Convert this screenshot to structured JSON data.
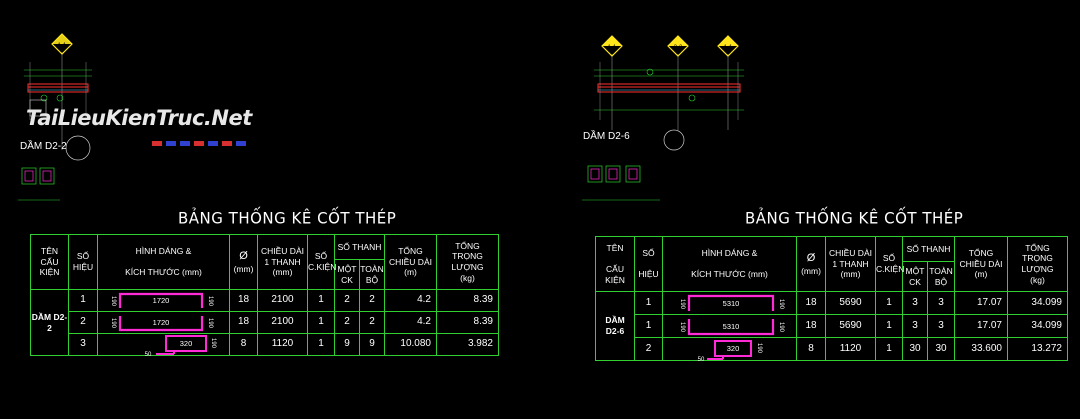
{
  "watermark": "TaiLieuKienTruc.Net",
  "drawings": [
    {
      "beam_label": "DẦM D2-2",
      "markers": [
        "1-1"
      ]
    },
    {
      "beam_label": "DẦM D2-6",
      "markers": [
        "1-1",
        "2-2",
        "1-1"
      ]
    }
  ],
  "tables": [
    {
      "title": "BẢNG THỐNG KÊ CỐT THÉP",
      "headers": {
        "ten_l1": "TÊN",
        "ten_l2": "CẤU KIỆN",
        "so_l1": "SỐ",
        "so_l2": "HIỆU",
        "hinh_l1": "HÌNH DÁNG &",
        "hinh_l2": "KÍCH THƯỚC (mm)",
        "phi_l1": "Ø",
        "phi_l2": "(mm)",
        "dai_l1": "CHIỀU DÀI",
        "dai_l2": "1 THANH",
        "dai_l3": "(mm)",
        "sock_l1": "SỐ",
        "sock_l2": "C.KIỆN",
        "sothanh": "SỐ THANH",
        "mot_l1": "MỘT",
        "mot_l2": "CK",
        "toan_l1": "TOÀN",
        "toan_l2": "BỘ",
        "tongdai_l1": "TỔNG",
        "tongdai_l2": "CHIỀU DÀI",
        "tongdai_l3": "(m)",
        "tongtl_l1": "TỔNG",
        "tongtl_l2": "TRỌNG LƯỢNG",
        "tongtl_l3": "(kg)"
      },
      "component_l1": "DẦM D2-2",
      "component_l2": "",
      "rows": [
        {
          "so_hieu": "1",
          "shape": "bar",
          "dim": "1720",
          "h": "190",
          "phi": "18",
          "len": "2100",
          "sock": "1",
          "mot": "2",
          "toan": "2",
          "tong_dai": "4.2",
          "tong_tl": "8.39"
        },
        {
          "so_hieu": "2",
          "shape": "bar",
          "dim": "1720",
          "h": "190",
          "phi": "18",
          "len": "2100",
          "sock": "1",
          "mot": "2",
          "toan": "2",
          "tong_dai": "4.2",
          "tong_tl": "8.39"
        },
        {
          "so_hieu": "3",
          "shape": "stirrup",
          "dim": "320",
          "h": "190",
          "hook": "50",
          "phi": "8",
          "len": "1120",
          "sock": "1",
          "mot": "9",
          "toan": "9",
          "tong_dai": "10.080",
          "tong_tl": "3.982"
        }
      ]
    },
    {
      "title": "BẢNG THỐNG KÊ CỐT THÉP",
      "headers": {
        "ten_l1": "TÊN",
        "ten_l2": "CẤU KIỆN",
        "so_l1": "SỐ",
        "so_l2": "HIỆU",
        "hinh_l1": "HÌNH DÁNG &",
        "hinh_l2": "KÍCH THƯỚC (mm)",
        "phi_l1": "Ø",
        "phi_l2": "(mm)",
        "dai_l1": "CHIỀU DÀI",
        "dai_l2": "1 THANH",
        "dai_l3": "(mm)",
        "sock_l1": "SỐ",
        "sock_l2": "C.KIỆN",
        "sothanh": "SỐ THANH",
        "mot_l1": "MỘT",
        "mot_l2": "CK",
        "toan_l1": "TOÀN",
        "toan_l2": "BỘ",
        "tongdai_l1": "TỔNG",
        "tongdai_l2": "CHIỀU DÀI",
        "tongdai_l3": "(m)",
        "tongtl_l1": "TỔNG",
        "tongtl_l2": "TRỌNG LƯỢNG",
        "tongtl_l3": "(kg)"
      },
      "component_l1": "DẦM",
      "component_l2": "D2-6",
      "rows": [
        {
          "so_hieu": "1",
          "shape": "bar",
          "dim": "5310",
          "h": "190",
          "phi": "18",
          "len": "5690",
          "sock": "1",
          "mot": "3",
          "toan": "3",
          "tong_dai": "17.07",
          "tong_tl": "34.099"
        },
        {
          "so_hieu": "1",
          "shape": "bar",
          "dim": "5310",
          "h": "190",
          "phi": "18",
          "len": "5690",
          "sock": "1",
          "mot": "3",
          "toan": "3",
          "tong_dai": "17.07",
          "tong_tl": "34.099"
        },
        {
          "so_hieu": "2",
          "shape": "stirrup",
          "dim": "320",
          "h": "190",
          "hook": "50",
          "phi": "8",
          "len": "1120",
          "sock": "1",
          "mot": "30",
          "toan": "30",
          "tong_dai": "33.600",
          "tong_tl": "13.272"
        }
      ]
    }
  ],
  "colors": {
    "grid": "#2fd02f",
    "rebar": "#ff2bd6",
    "component": "#22e01a",
    "marker": "#ffe51a"
  }
}
